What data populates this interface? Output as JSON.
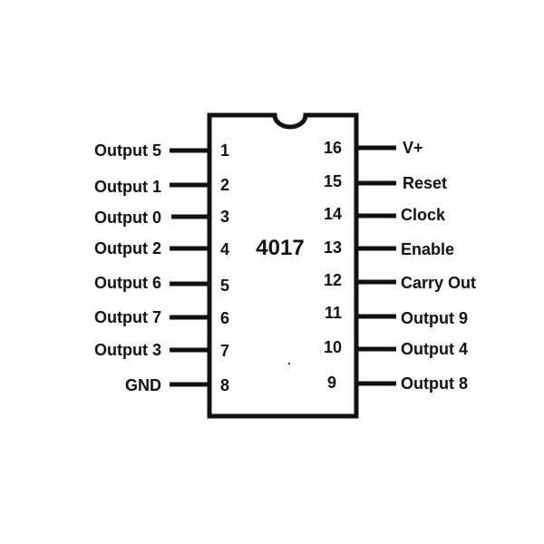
{
  "chip": {
    "name": "4017",
    "body_color": "#111111"
  },
  "left_pins": [
    {
      "number": "1",
      "label": "Output 5"
    },
    {
      "number": "2",
      "label": "Output 1"
    },
    {
      "number": "3",
      "label": "Output 0"
    },
    {
      "number": "4",
      "label": "Output 2"
    },
    {
      "number": "5",
      "label": "Output 6"
    },
    {
      "number": "6",
      "label": "Output 7"
    },
    {
      "number": "7",
      "label": "Output 3"
    },
    {
      "number": "8",
      "label": "GND"
    }
  ],
  "right_pins": [
    {
      "number": "16",
      "label": "V+"
    },
    {
      "number": "15",
      "label": "Reset"
    },
    {
      "number": "14",
      "label": "Clock"
    },
    {
      "number": "13",
      "label": "Enable"
    },
    {
      "number": "12",
      "label": "Carry Out"
    },
    {
      "number": "11",
      "label": "Output 9"
    },
    {
      "number": "10",
      "label": "Output 4"
    },
    {
      "number": "9",
      "label": "Output 8"
    }
  ]
}
